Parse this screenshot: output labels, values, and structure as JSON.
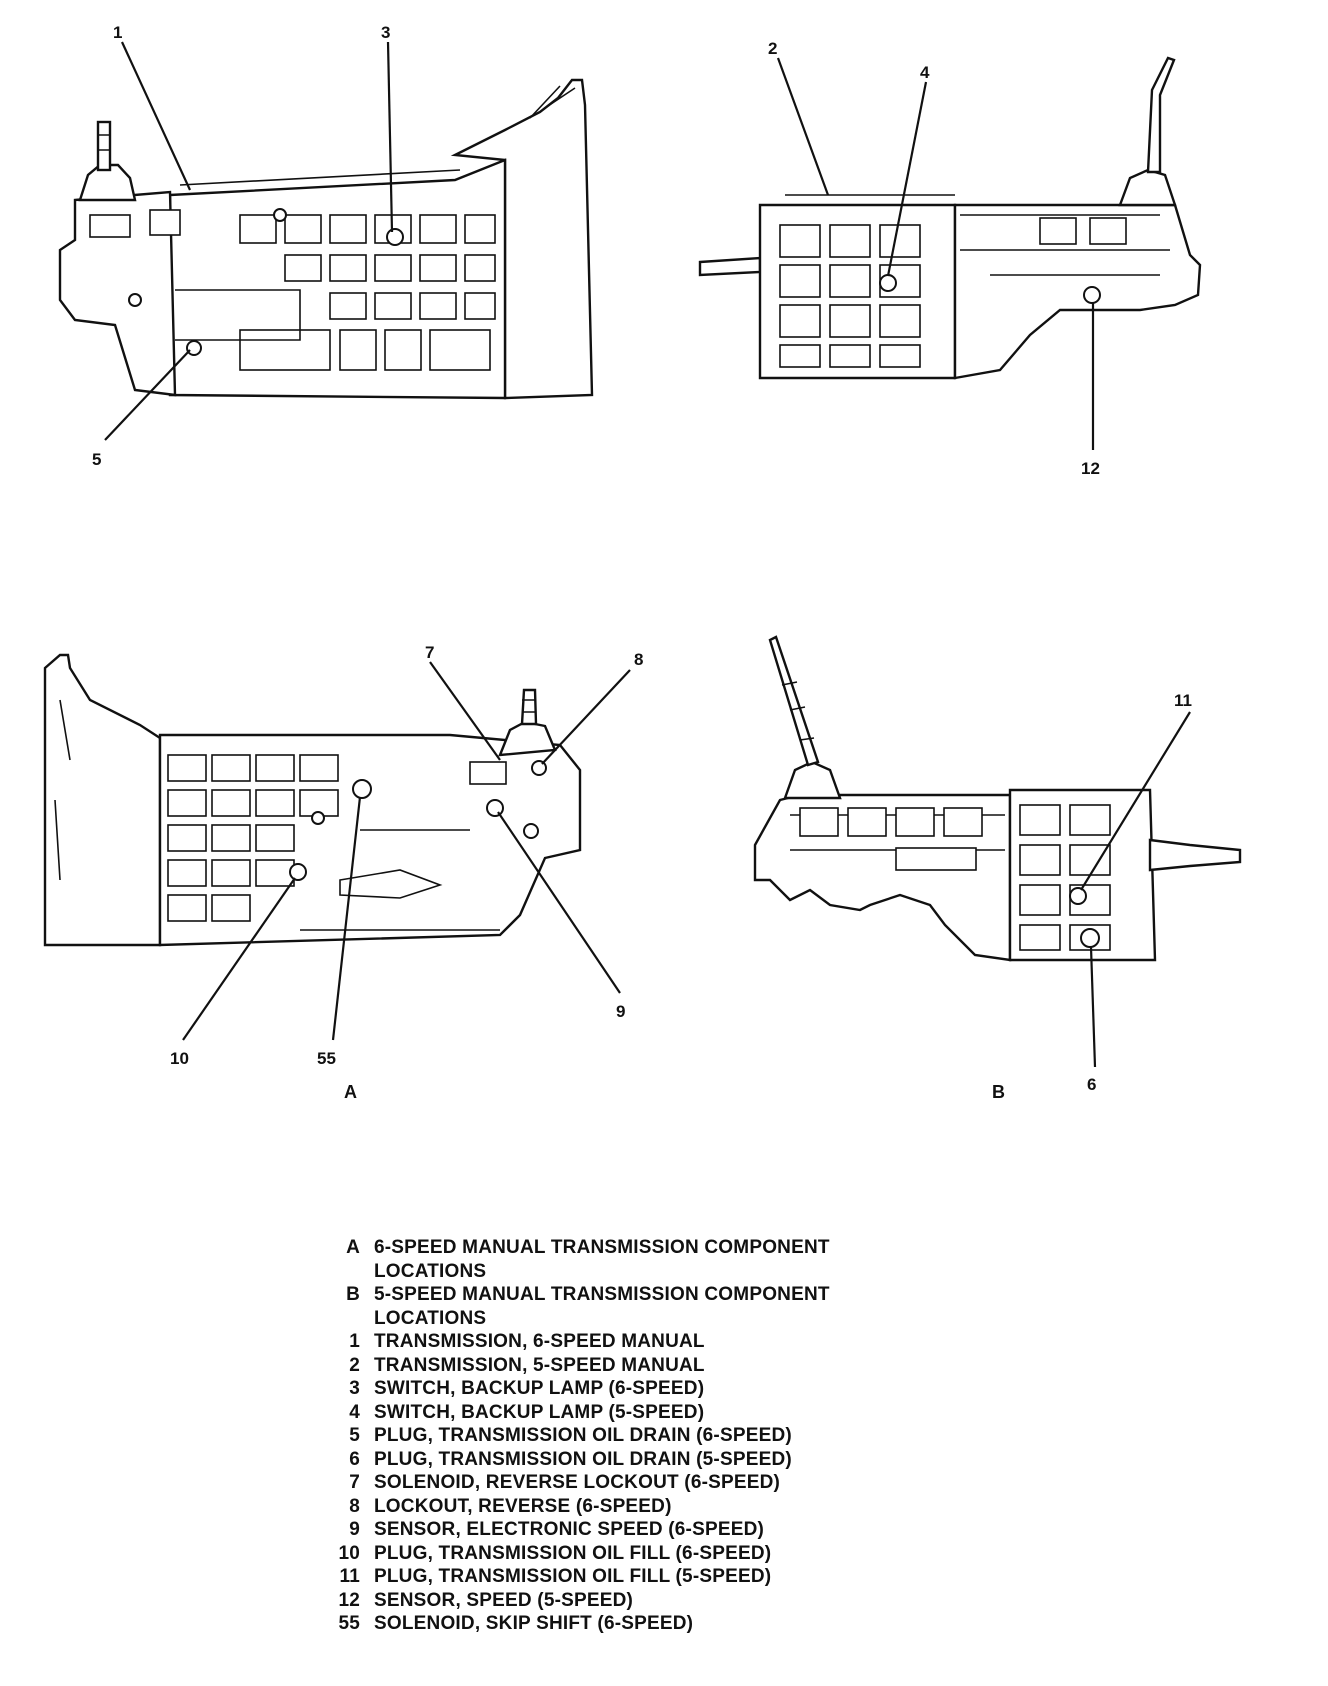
{
  "callouts": {
    "c1": "1",
    "c3": "3",
    "c5": "5",
    "c2": "2",
    "c4": "4",
    "c12": "12",
    "c7": "7",
    "c8": "8",
    "c9": "9",
    "c10": "10",
    "c55": "55",
    "c11": "11",
    "c6": "6"
  },
  "view_labels": {
    "a": "A",
    "b": "B"
  },
  "legend": [
    {
      "key": "A",
      "lines": [
        "6-SPEED MANUAL TRANSMISSION COMPONENT",
        "LOCATIONS"
      ]
    },
    {
      "key": "B",
      "lines": [
        "5-SPEED MANUAL TRANSMISSION COMPONENT",
        "LOCATIONS"
      ]
    },
    {
      "key": "1",
      "lines": [
        "TRANSMISSION, 6-SPEED MANUAL"
      ]
    },
    {
      "key": "2",
      "lines": [
        "TRANSMISSION, 5-SPEED MANUAL"
      ]
    },
    {
      "key": "3",
      "lines": [
        "SWITCH, BACKUP LAMP (6-SPEED)"
      ]
    },
    {
      "key": "4",
      "lines": [
        "SWITCH, BACKUP LAMP (5-SPEED)"
      ]
    },
    {
      "key": "5",
      "lines": [
        "PLUG, TRANSMISSION OIL DRAIN (6-SPEED)"
      ]
    },
    {
      "key": "6",
      "lines": [
        "PLUG, TRANSMISSION OIL DRAIN (5-SPEED)"
      ]
    },
    {
      "key": "7",
      "lines": [
        "SOLENOID, REVERSE LOCKOUT (6-SPEED)"
      ]
    },
    {
      "key": "8",
      "lines": [
        "LOCKOUT, REVERSE (6-SPEED)"
      ]
    },
    {
      "key": "9",
      "lines": [
        "SENSOR, ELECTRONIC SPEED (6-SPEED)"
      ]
    },
    {
      "key": "10",
      "lines": [
        "PLUG, TRANSMISSION OIL FILL (6-SPEED)"
      ]
    },
    {
      "key": "11",
      "lines": [
        "PLUG, TRANSMISSION OIL FILL (5-SPEED)"
      ]
    },
    {
      "key": "12",
      "lines": [
        "SENSOR, SPEED (5-SPEED)"
      ]
    },
    {
      "key": "55",
      "lines": [
        "SOLENOID, SKIP SHIFT (6-SPEED)"
      ]
    }
  ]
}
